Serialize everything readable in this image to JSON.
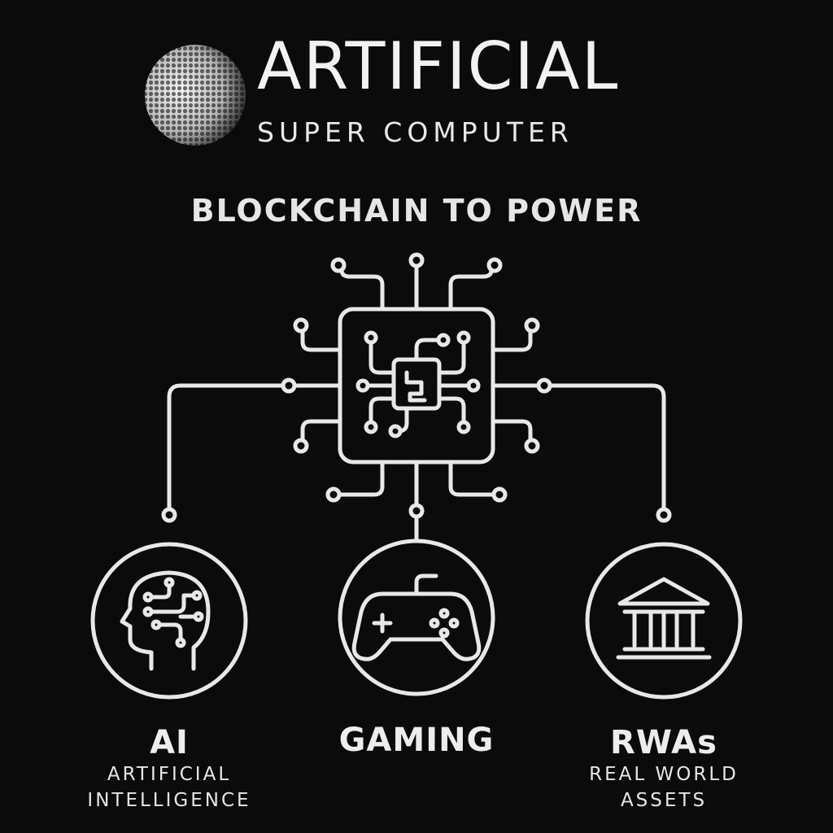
{
  "brand": {
    "title": "ARTIFICIAL",
    "subtitle": "SUPER COMPUTER"
  },
  "headline": "BLOCKCHAIN TO POWER",
  "pillars": [
    {
      "icon": "head-circuit-icon",
      "title": "AI",
      "subtitle_line1": "ARTIFICIAL",
      "subtitle_line2": "INTELLIGENCE"
    },
    {
      "icon": "gamepad-icon",
      "title": "GAMING",
      "subtitle_line1": "",
      "subtitle_line2": ""
    },
    {
      "icon": "bank-building-icon",
      "title": "RWAs",
      "subtitle_line1": "REAL WORLD",
      "subtitle_line2": "ASSETS"
    }
  ],
  "colors": {
    "background": "#0b0b0b",
    "foreground": "#ececec"
  }
}
